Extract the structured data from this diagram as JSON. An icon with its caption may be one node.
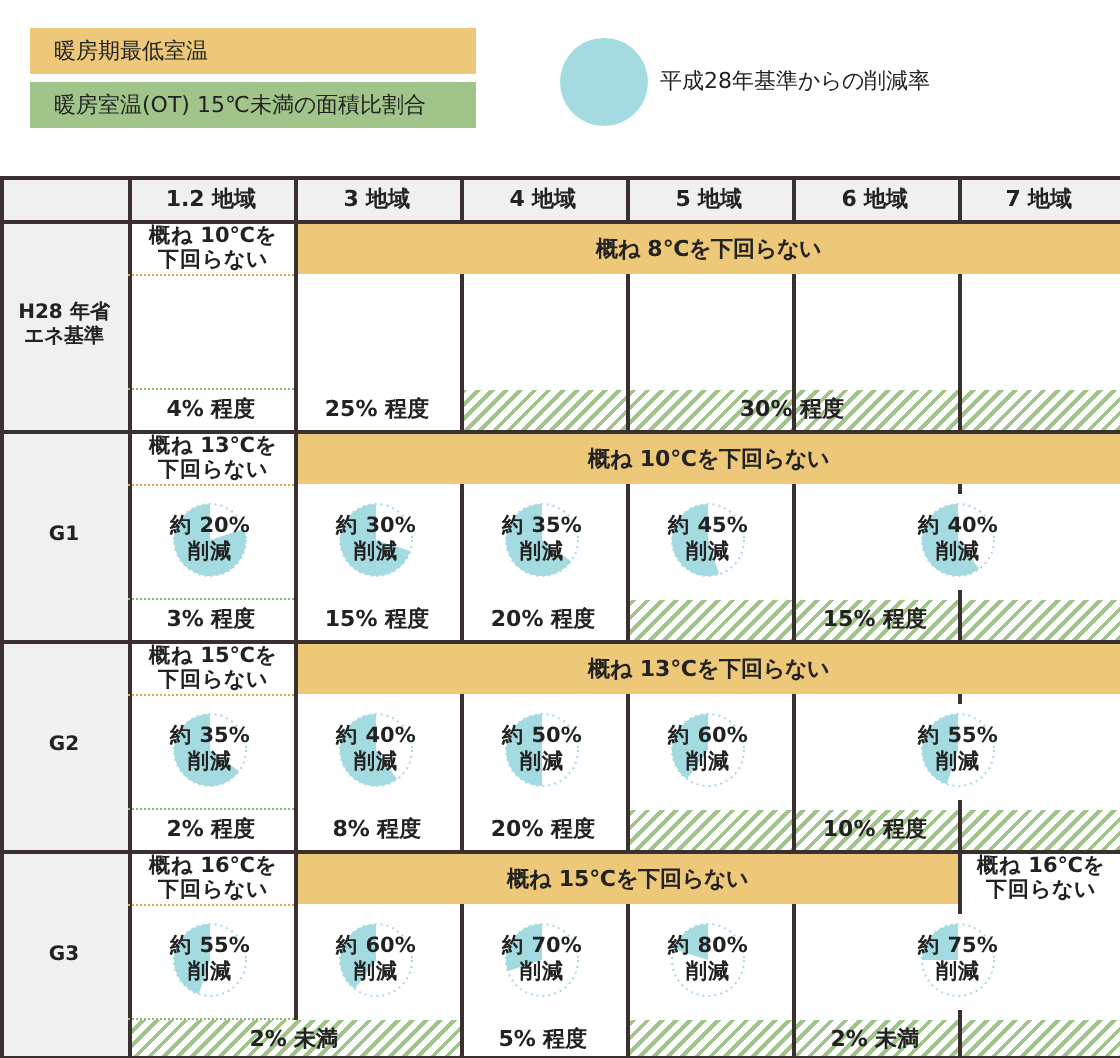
{
  "diagram": {
    "labels": [
      "1.2 地域",
      "3 地域",
      "4 地域",
      "5 地域",
      "6 地域",
      "7 地域",
      "H28 年省エネ基準",
      "概ね 10℃を下回らない",
      "概ね 8℃を下回らない",
      "4% 程度",
      "25% 程度",
      "30% 程度",
      "G1",
      "概ね 13℃を下回らない",
      "概ね 10℃を下回らない",
      "約 20%削減",
      "約 30%削減",
      "約 35%削減",
      "約 45%削減",
      "約 40%削減",
      "3% 程度",
      "15% 程度",
      "20% 程度",
      "15% 程度",
      "G2",
      "概ね 15℃を下回らない",
      "概ね 13℃を下回らない",
      "約 35%削減",
      "約 40%削減",
      "約 50%削減",
      "約 60%削減",
      "約 55%削減",
      "2% 程度",
      "8% 程度",
      "20% 程度",
      "10% 程度",
      "G3",
      "概ね 16℃を下回らない",
      "概ね 15℃を下回らない",
      "概ね 16℃を下回らない",
      "約 55%削減",
      "約 60%削減",
      "約 70%削減",
      "約 80%削減",
      "約 75%削減",
      "2% 未満",
      "5% 程度",
      "2% 未満"
    ],
    "legend": [
      {
        "text": "暖房期最低室温",
        "color": "#ecc878"
      },
      {
        "text": "暖房室温(OT) 15℃未満の面積比割合",
        "color": "#a0c48a"
      },
      {
        "text": "平成28年基準からの削減率",
        "color": "#a3dbe0"
      }
    ]
  }
}
